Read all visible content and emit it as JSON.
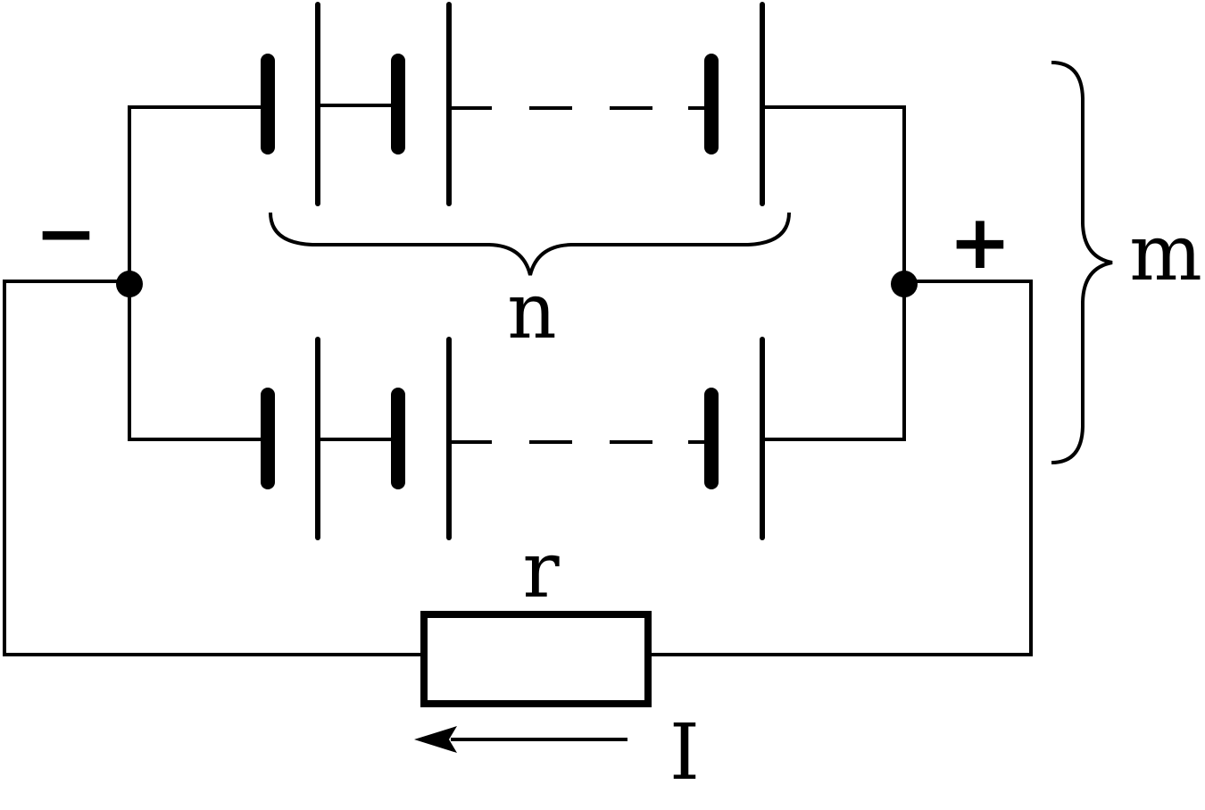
{
  "labels": {
    "n": "n",
    "m": "m",
    "r": "r",
    "I": "I",
    "minus": "−",
    "plus": "+"
  },
  "colors": {
    "ink": "#000000",
    "background": "#ffffff"
  }
}
